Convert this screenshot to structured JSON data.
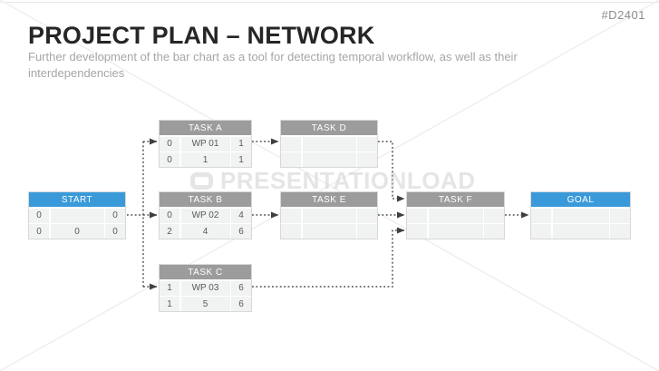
{
  "page": {
    "code": "#D2401",
    "title": "PROJECT PLAN – NETWORK",
    "subtitle": "Further development of the bar chart as a tool for detecting temporal workflow, as well as their interdependencies"
  },
  "watermark": {
    "text": "PRESENTATIONLOAD",
    "logo_icon": "rounded-square-icon"
  },
  "colors": {
    "accent_blue": "#3a9ad9",
    "task_header_gray": "#9c9c9c",
    "cell_background": "#f1f2f2",
    "connector_gray": "#4d4d4d",
    "title_text": "#262626",
    "subtitle_text": "#a6a6a6",
    "code_text": "#8c8c8c"
  },
  "diagram": {
    "nodes": [
      {
        "id": "start",
        "title": "START",
        "style": "accent",
        "rows": [
          [
            "0",
            "",
            "0"
          ],
          [
            "0",
            "0",
            "0"
          ]
        ]
      },
      {
        "id": "task-a",
        "title": "TASK A",
        "style": "gray",
        "rows": [
          [
            "0",
            "WP 01",
            "1"
          ],
          [
            "0",
            "1",
            "1"
          ]
        ]
      },
      {
        "id": "task-b",
        "title": "TASK B",
        "style": "gray",
        "rows": [
          [
            "0",
            "WP 02",
            "4"
          ],
          [
            "2",
            "4",
            "6"
          ]
        ]
      },
      {
        "id": "task-c",
        "title": "TASK C",
        "style": "gray",
        "rows": [
          [
            "1",
            "WP 03",
            "6"
          ],
          [
            "1",
            "5",
            "6"
          ]
        ]
      },
      {
        "id": "task-d",
        "title": "TASK D",
        "style": "gray",
        "rows": [
          [
            "",
            "",
            ""
          ],
          [
            "",
            "",
            ""
          ]
        ]
      },
      {
        "id": "task-e",
        "title": "TASK E",
        "style": "gray",
        "rows": [
          [
            "",
            "",
            ""
          ],
          [
            "",
            "",
            ""
          ]
        ]
      },
      {
        "id": "task-f",
        "title": "TASK F",
        "style": "gray",
        "rows": [
          [
            "",
            "",
            ""
          ],
          [
            "",
            "",
            ""
          ]
        ]
      },
      {
        "id": "goal",
        "title": "GOAL",
        "style": "accent",
        "rows": [
          [
            "",
            "",
            ""
          ],
          [
            "",
            "",
            ""
          ]
        ]
      }
    ],
    "connections": [
      {
        "from": "start",
        "to": "task-a"
      },
      {
        "from": "start",
        "to": "task-b"
      },
      {
        "from": "start",
        "to": "task-c"
      },
      {
        "from": "task-a",
        "to": "task-d"
      },
      {
        "from": "task-b",
        "to": "task-e"
      },
      {
        "from": "task-d",
        "to": "task-f"
      },
      {
        "from": "task-e",
        "to": "task-f"
      },
      {
        "from": "task-c",
        "to": "task-f"
      },
      {
        "from": "task-f",
        "to": "goal"
      }
    ]
  }
}
